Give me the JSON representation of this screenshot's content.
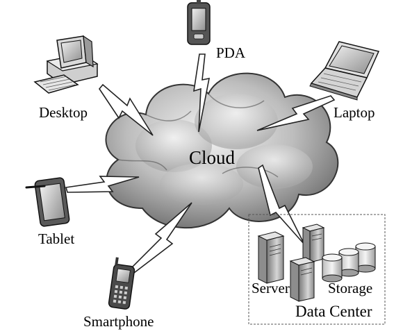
{
  "diagram": {
    "center_label": "Cloud",
    "devices": [
      {
        "id": "pda",
        "label": "PDA",
        "icon": "pda-icon"
      },
      {
        "id": "desktop",
        "label": "Desktop",
        "icon": "desktop-computer-icon"
      },
      {
        "id": "laptop",
        "label": "Laptop",
        "icon": "laptop-icon"
      },
      {
        "id": "tablet",
        "label": "Tablet",
        "icon": "tablet-icon"
      },
      {
        "id": "smartphone",
        "label": "Smartphone",
        "icon": "smartphone-icon"
      }
    ],
    "data_center": {
      "title": "Data Center",
      "server_label": "Server",
      "storage_label": "Storage"
    }
  }
}
